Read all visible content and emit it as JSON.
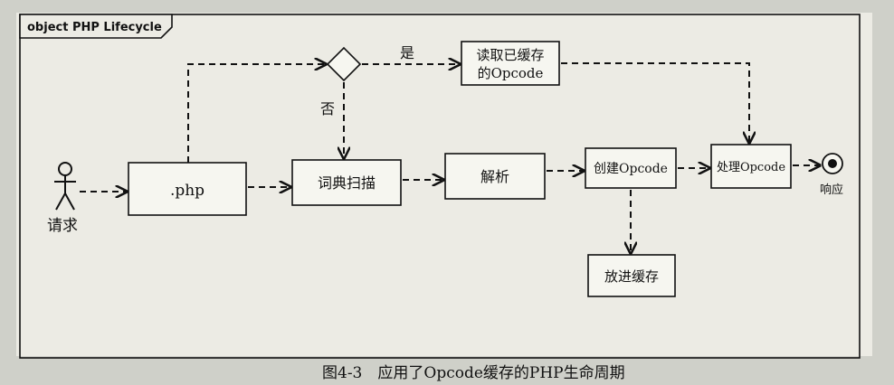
{
  "frame": {
    "title": "object PHP Lifecycle"
  },
  "actor": {
    "label": "请求",
    "icon": "stick-figure-icon"
  },
  "nodes": {
    "php_file": ".php",
    "lexer": "词典扫描",
    "parser": "解析",
    "create_opcode": "创建Opcode",
    "process_opcode": "处理Opcode",
    "cache_store": "放进缓存",
    "read_cache_line1": "读取已缓存",
    "read_cache_line2": "的Opcode"
  },
  "decision": {
    "yes_label": "是",
    "no_label": "否"
  },
  "end": {
    "label": "响应",
    "icon": "end-node-icon"
  },
  "caption": "图4-3　应用了Opcode缓存的PHP生命周期",
  "colors": {
    "ink": "#111111",
    "paper": "#f6f6f0",
    "background": "#cfd0c9"
  }
}
